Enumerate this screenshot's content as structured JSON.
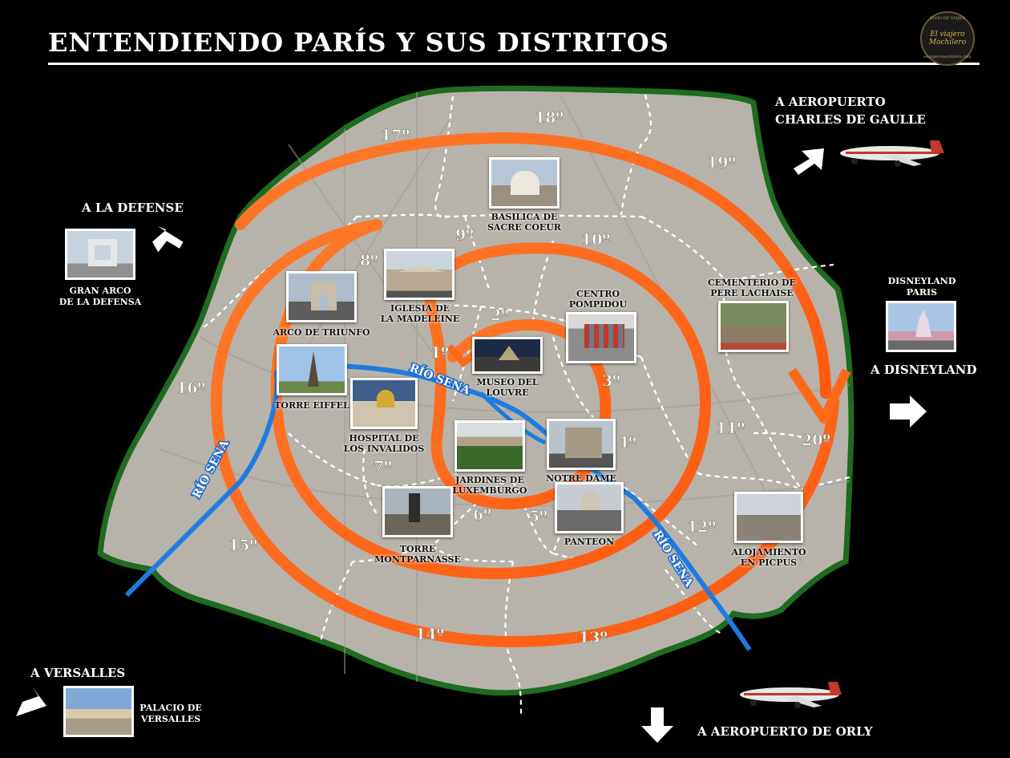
{
  "title": "ENTENDIENDO PARÍS Y SUS DISTRITOS",
  "logo": {
    "top_text": "BLOG DE VIAJES",
    "name": "El viajero Mochilero",
    "url": "elviajeromochilero.com"
  },
  "colors": {
    "background": "#000000",
    "map_fill": "#b7b3aa",
    "map_border": "#1f6b1f",
    "spiral": "#ff6a1a",
    "river": "#1e7be0",
    "district_lines": "#ffffff",
    "labels": "#ffffff"
  },
  "districts": [
    "1º",
    "2º",
    "3º",
    "4º",
    "5º",
    "6º",
    "7º",
    "8º",
    "9º",
    "10º",
    "11º",
    "12º",
    "13º",
    "14º",
    "15º",
    "16º",
    "17º",
    "18º",
    "19º",
    "20º"
  ],
  "river_labels": [
    "RÍO SENA",
    "RÍO SENA",
    "RÍO SENA"
  ],
  "landmarks": {
    "sacre_coeur": "BASILICA DE\nSACRE COEUR",
    "madeleine": "IGLESIA DE\nLA MADELEINE",
    "arc_triomphe": "ARCO DE TRIUNFO",
    "pompidou": "CENTRO\nPOMPIDOU",
    "pere_lachaise": "CEMENTERIO DE\nPERE LACHAISE",
    "eiffel": "TORRE EIFFEL",
    "louvre": "MUSEO DEL\nLOUVRE",
    "invalides": "HOSPITAL DE\nLOS INVALIDOS",
    "luxembourg": "JARDINES DE\nLUXEMBURGO",
    "notre_dame": "NOTRE DAME",
    "pantheon": "PANTEON",
    "montparnasse": "TORRE\nMONTPARNASSE",
    "picpus": "ALOJAMIENTO\nEN PICPUS",
    "grande_arche": "GRAN ARCO\nDE LA DEFENSA",
    "disneyland_castle": "DISNEYLAND\nPARIS",
    "versailles_palace": "PALACIO DE\nVERSALLES"
  },
  "directions": {
    "defense": "A LA DEFENSE",
    "cdg_line1": "A AEROPUERTO",
    "cdg_line2": "CHARLES DE GAULLE",
    "disneyland": "A DISNEYLAND",
    "versailles": "A VERSALLES",
    "orly": "A AEROPUERTO DE ORLY"
  }
}
